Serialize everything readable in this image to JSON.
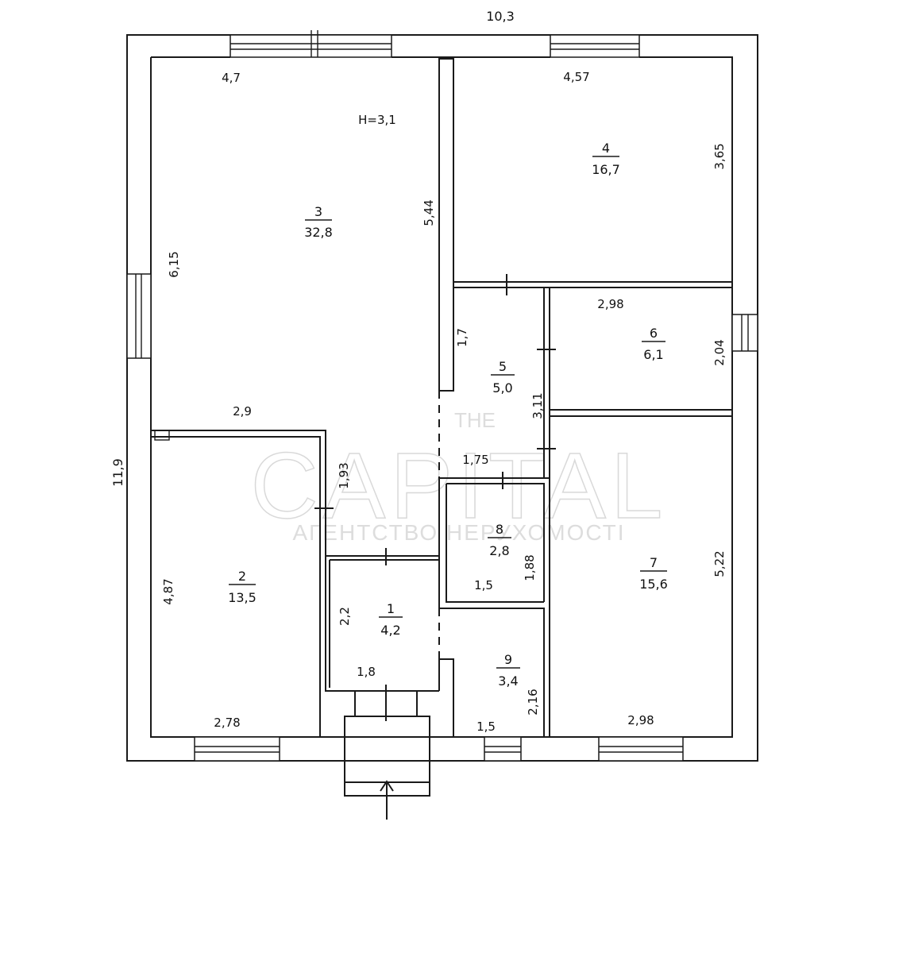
{
  "ceiling_height": "H=3,1",
  "overall": {
    "width": "10,3",
    "height": "11,9"
  },
  "rooms": [
    {
      "id": "3",
      "number": "3",
      "area": "32,8"
    },
    {
      "id": "4",
      "number": "4",
      "area": "16,7"
    },
    {
      "id": "5",
      "number": "5",
      "area": "5,0"
    },
    {
      "id": "6",
      "number": "6",
      "area": "6,1"
    },
    {
      "id": "2",
      "number": "2",
      "area": "13,5"
    },
    {
      "id": "7",
      "number": "7",
      "area": "15,6"
    },
    {
      "id": "8",
      "number": "8",
      "area": "2,8"
    },
    {
      "id": "1",
      "number": "1",
      "area": "4,2"
    },
    {
      "id": "9",
      "number": "9",
      "area": "3,4"
    }
  ],
  "dimensions": {
    "r3_top": "4,7",
    "r3_side": "6,15",
    "r3_bottom": "2,9",
    "r3_partition": "5,44",
    "r4_top": "4,57",
    "r4_side": "3,65",
    "r5_side": "1,7",
    "r5_right": "3,11",
    "r6_top": "2,98",
    "r6_side": "2,04",
    "r2_side": "4,87",
    "r2_bottom": "2,78",
    "r2_right": "1,93",
    "r8_top": "1,75",
    "r8_bottom": "1,5",
    "r8_side": "1,88",
    "r7_side": "5,22",
    "r7_bottom": "2,98",
    "r1_side": "2,2",
    "r1_bottom": "1,8",
    "r9_bottom": "1,5",
    "r9_side": "2,16"
  },
  "watermark": {
    "top": "THE",
    "main": "CAPITAL",
    "sub": "АГЕНТСТВО НЕРУХОМОСТІ"
  }
}
